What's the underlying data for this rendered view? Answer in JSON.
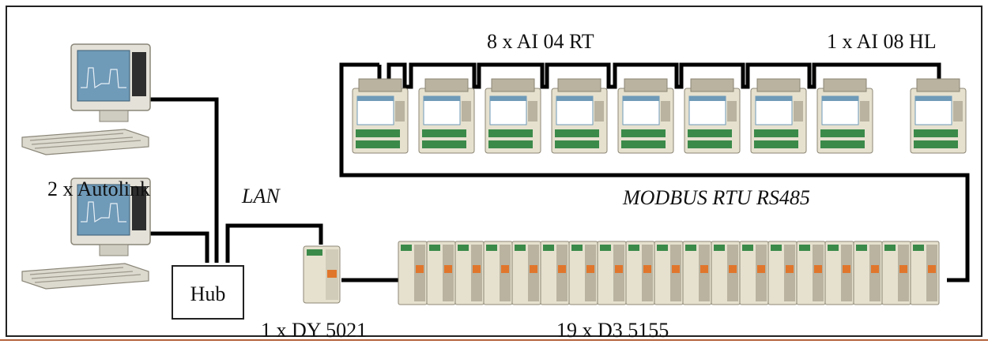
{
  "labels": {
    "workstations": "2 x Autolink",
    "lan": "LAN",
    "hub": "Hub",
    "modbus": "MODBUS RTU RS485",
    "rt_modules": "8 x AI 04 RT",
    "hl_module": "1 x AI 08 HL",
    "gateway": "1 x DY 5021",
    "d3_modules": "19 x D3 5155"
  },
  "counts": {
    "workstations": 2,
    "rt_modules": 8,
    "hl_modules": 1,
    "gateway": 1,
    "d3_modules": 19
  },
  "colors": {
    "cable": "#000000",
    "frame": "#222222",
    "module_body": "#e6e1cf",
    "module_shadow": "#b9b3a0",
    "screen": "#6f9ab8",
    "terminal": "#3b8a4a",
    "bottom_rule": "#b4643c"
  }
}
